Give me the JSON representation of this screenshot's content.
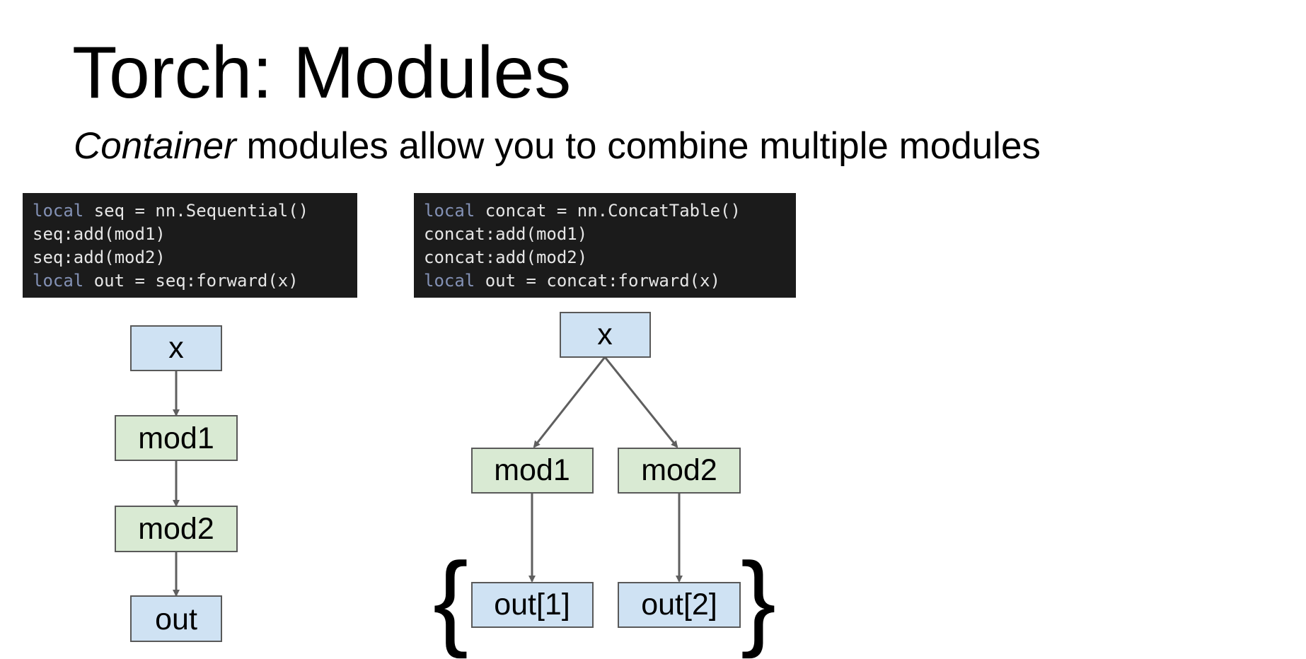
{
  "title": "Torch: Modules",
  "subtitle": {
    "emphasis": "Container",
    "rest": " modules allow you to combine multiple modules"
  },
  "code_sequential": {
    "lines": [
      {
        "kw": "local",
        "text": " seq = nn.Sequential()"
      },
      {
        "kw": "",
        "text": "seq:add(mod1)"
      },
      {
        "kw": "",
        "text": "seq:add(mod2)"
      },
      {
        "kw": "local",
        "text": " out = seq:forward(x)"
      }
    ]
  },
  "code_concat": {
    "lines": [
      {
        "kw": "local",
        "text": " concat = nn.ConcatTable()"
      },
      {
        "kw": "",
        "text": "concat:add(mod1)"
      },
      {
        "kw": "",
        "text": "concat:add(mod2)"
      },
      {
        "kw": "local",
        "text": " out = concat:forward(x)"
      }
    ]
  },
  "sequential_diagram": {
    "nodes": [
      "x",
      "mod1",
      "mod2",
      "out"
    ]
  },
  "concat_diagram": {
    "input": "x",
    "modules": [
      "mod1",
      "mod2"
    ],
    "outputs": [
      "out[1]",
      "out[2]"
    ],
    "brace_left": "{",
    "brace_right": "}"
  },
  "colors": {
    "io_box": "#cfe2f3",
    "module_box": "#d9ead3",
    "border": "#595959",
    "arrow": "#5f5f5f",
    "code_bg": "#1b1b1b",
    "keyword": "#8391b5"
  }
}
